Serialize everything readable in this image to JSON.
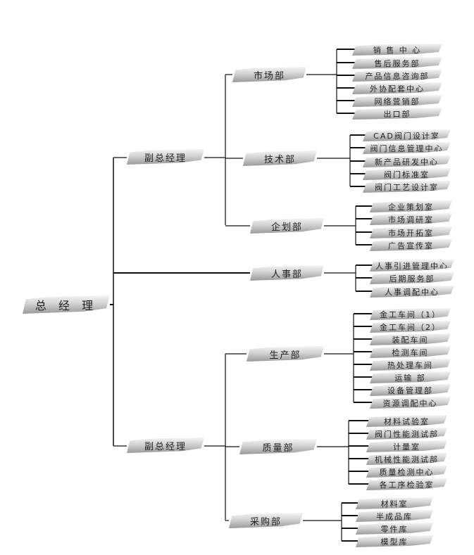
{
  "root": {
    "label": "总 经 理"
  },
  "vp1": {
    "label": "副总经理"
  },
  "vp2": {
    "label": "副总经理"
  },
  "departments": [
    {
      "label": "市场部",
      "children": [
        "销 售 中 心",
        "售后服务部",
        "产品信息咨询部",
        "外协配套中心",
        "网络营销部",
        "出口部"
      ]
    },
    {
      "label": "技术部",
      "children": [
        "CAD阀门设计室",
        "阀门信息管理中心",
        "新产品研发中心",
        "阀门标准室",
        "阀门工艺设计室"
      ]
    },
    {
      "label": "企划部",
      "children": [
        "企业策划室",
        "市场调研室",
        "市场开拓室",
        "广告宣传室"
      ]
    },
    {
      "label": "人事部",
      "children": [
        "人事引进管理中心",
        "后期服务部",
        "人事调配中心"
      ]
    },
    {
      "label": "生产部",
      "children": [
        "金工车间（1）",
        "金工车间（2）",
        "装配车间",
        "检测车间",
        "热处理车间",
        "运输 部",
        "设备管理部",
        "资源调配中心"
      ]
    },
    {
      "label": "质量部",
      "children": [
        "材料试验室",
        "阀门性能测试部",
        "计量室",
        "机械性能测试部",
        "质量检测中心",
        "各工序检验室"
      ]
    },
    {
      "label": "采购部",
      "children": [
        "材料室",
        "半成品库",
        "零件库",
        "模型库"
      ]
    }
  ]
}
